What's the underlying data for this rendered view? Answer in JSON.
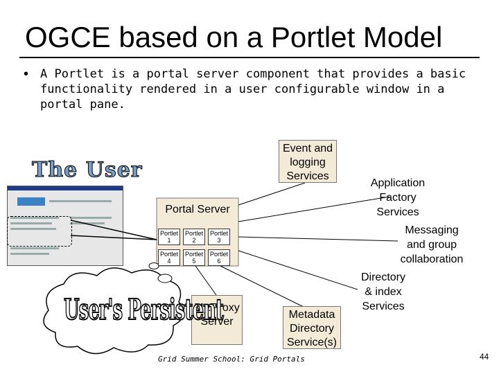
{
  "slide": {
    "title": "OGCE based on a Portlet Model",
    "bullet": "A Portlet is a portal server component that provides a basic functionality rendered in a user configurable window in a portal pane.",
    "footer": "Grid Summer School: Grid Portals",
    "page_number": "44"
  },
  "diagram": {
    "the_user": "The User",
    "users_persistent": "User's Persistent",
    "portal_server": "Portal Server",
    "portlets": [
      {
        "name": "Portlet",
        "num": "1"
      },
      {
        "name": "Portlet",
        "num": "2"
      },
      {
        "name": "Portlet",
        "num": "3"
      },
      {
        "name": "Portlet",
        "num": "4"
      },
      {
        "name": "Portlet",
        "num": "5"
      },
      {
        "name": "Portlet",
        "num": "6"
      }
    ],
    "event_logging": [
      "Event and",
      "logging",
      "Services"
    ],
    "application_factory": [
      "Application",
      "Factory",
      "Services"
    ],
    "messaging": [
      "Messaging",
      "and group",
      "collaboration"
    ],
    "directory_index": [
      "Directory",
      "& index",
      "Services"
    ],
    "myproxy": [
      "My.Proxy",
      "Server"
    ],
    "metadata": [
      "Metadata",
      "Directory",
      "Service(s)"
    ]
  }
}
